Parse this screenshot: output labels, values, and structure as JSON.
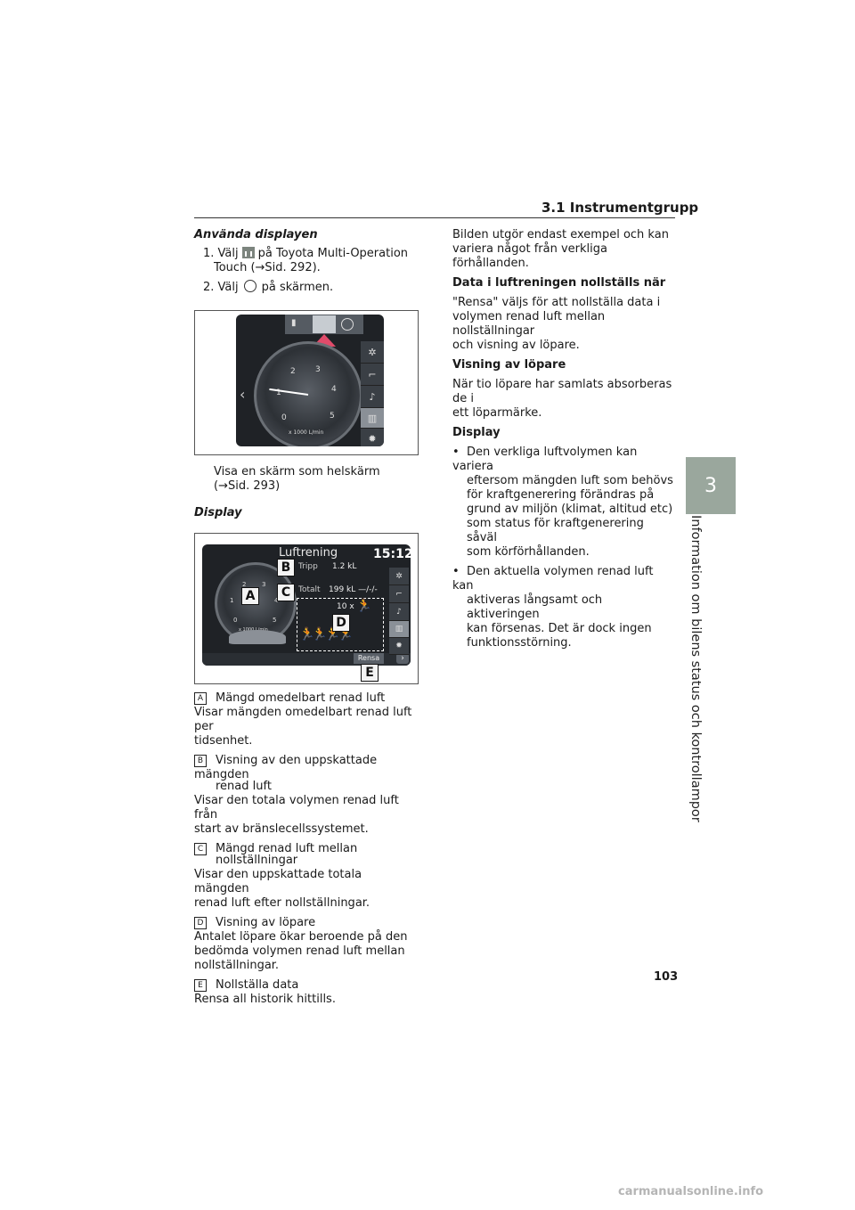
{
  "header": {
    "section": "3.1 Instrumentgrupp"
  },
  "side_tab": {
    "number": "3",
    "title": "Information om bilens status och kontrollampor"
  },
  "left": {
    "heading": "Använda displayen",
    "step1_a": "1. Välj",
    "step1_b": "på Toyota Multi-Operation",
    "step1_c": "Touch (→Sid. 292).",
    "step2_a": "2. Välj",
    "step2_b": "på skärmen.",
    "note_1": "Visa en skärm som helskärm",
    "note_2": "(→Sid. 293)",
    "display_heading": "Display",
    "fig1": {
      "ticks": [
        "0",
        "1",
        "2",
        "3",
        "4",
        "5"
      ],
      "unit": "x 1000 L/min"
    },
    "fig2": {
      "title": "Luftrening",
      "time": "15:12",
      "trip_label": "Tripp",
      "trip_value": "1.2 kL",
      "total_label": "Totalt",
      "total_value": "199 kL —/-/-",
      "runners": "10 x",
      "clear_button": "Rensa",
      "unit": "x 1000 L/min",
      "ticks": [
        "0",
        "1",
        "2",
        "3",
        "4",
        "5"
      ],
      "labels": [
        "A",
        "B",
        "C",
        "D",
        "E"
      ]
    },
    "items": [
      {
        "key": "A",
        "title": "Mängd omedelbart renad luft",
        "text": [
          "Visar mängden omedelbart renad luft per",
          "tidsenhet."
        ]
      },
      {
        "key": "B",
        "title": "Visning av den uppskattade mängden",
        "title2": "renad luft",
        "text": [
          "Visar den totala volymen renad luft från",
          "start av bränslecellssystemet."
        ]
      },
      {
        "key": "C",
        "title": "Mängd renad luft mellan",
        "title2": "nollställningar",
        "text": [
          "Visar den uppskattade totala mängden",
          "renad luft efter nollställningar."
        ]
      },
      {
        "key": "D",
        "title": "Visning av löpare",
        "text": [
          "Antalet löpare ökar beroende på den",
          "bedömda volymen renad luft mellan",
          "nollställningar."
        ]
      },
      {
        "key": "E",
        "title": "Nollställa data",
        "text": [
          "Rensa all historik hittills."
        ]
      }
    ]
  },
  "right": {
    "intro": [
      "Bilden utgör endast exempel och kan",
      "variera något från verkliga förhållanden."
    ],
    "reset_heading": "Data i luftreningen nollställs när",
    "reset_text": [
      "\"Rensa\" väljs för att nollställa data i",
      "volymen renad luft mellan nollställningar",
      "och visning av löpare."
    ],
    "runner_heading": "Visning av löpare",
    "runner_text": [
      "När tio löpare har samlats absorberas de i",
      "ett löparmärke."
    ],
    "display_heading": "Display",
    "bullet1": [
      "Den verkliga luftvolymen kan variera",
      "eftersom mängden luft som behövs",
      "för kraftgenerering förändras på",
      "grund av miljön (klimat, altitud etc)",
      "som status för kraftgenerering såväl",
      "som körförhållanden."
    ],
    "bullet2": [
      "Den aktuella volymen renad luft kan",
      "aktiveras långsamt och aktiveringen",
      "kan försenas. Det är dock ingen",
      "funktionsstörning."
    ]
  },
  "page_number": "103",
  "watermark": "carmanualsonline.info"
}
